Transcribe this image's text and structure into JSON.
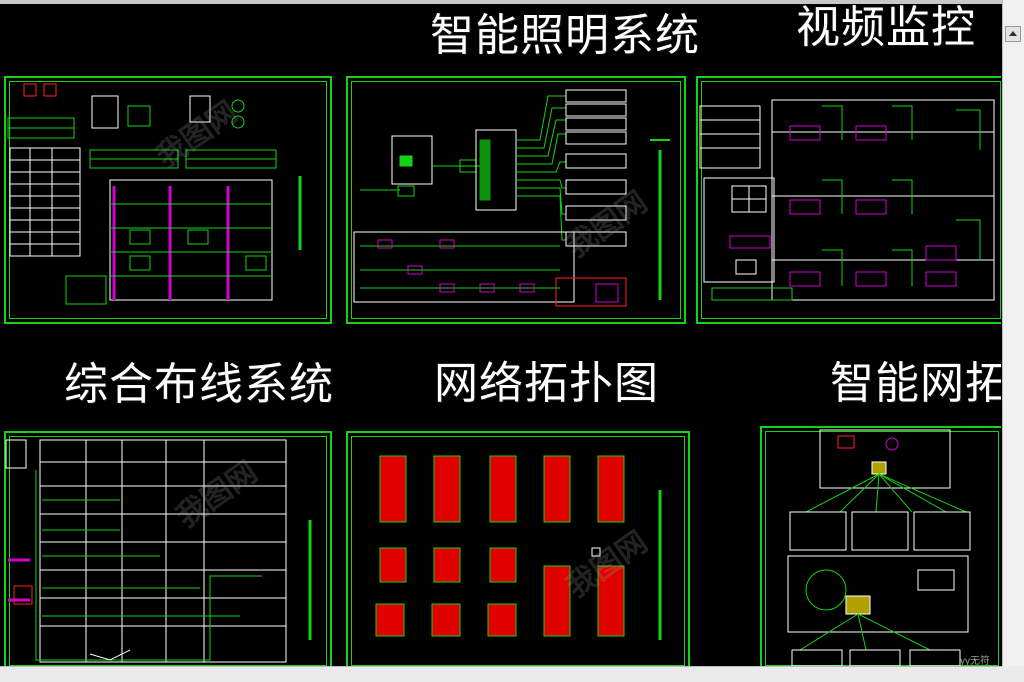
{
  "titles": {
    "lighting": "智能照明系统",
    "video": "视频监控",
    "cabling": "综合布线系统",
    "network": "网络拓扑图",
    "smart_net": "智能网拓"
  },
  "watermark": "我图网",
  "credit": "yy无符",
  "colors": {
    "line_green": "#13d313",
    "magenta": "#d000d0",
    "red": "#ff2020",
    "white": "#ffffff",
    "background": "#000000"
  }
}
